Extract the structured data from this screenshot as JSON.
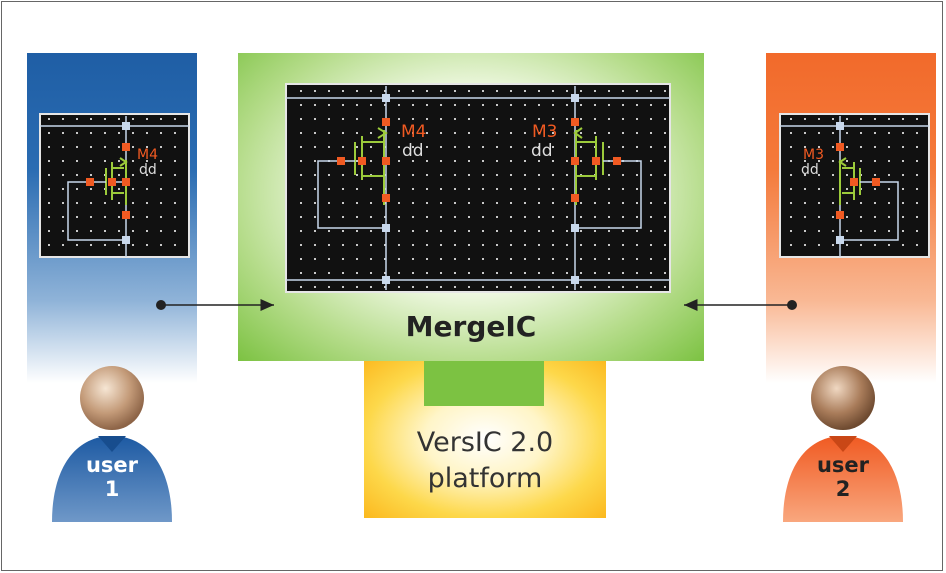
{
  "mergeic": {
    "label": "MergeIC"
  },
  "platform": {
    "line1": "VersIC 2.0",
    "line2": "platform"
  },
  "user1": {
    "word": "user",
    "number": "1"
  },
  "user2": {
    "word": "user",
    "number": "2"
  },
  "schematics": {
    "left": {
      "device": "M4",
      "net": "dd"
    },
    "center": {
      "device_a": "M4",
      "net_a": "dd",
      "device_b": "M3",
      "net_b": "dd"
    },
    "right": {
      "device": "M3",
      "net": "dd"
    }
  },
  "colors": {
    "user1": "#2a66ae",
    "user2": "#f26a2b",
    "mergeic": "#7cc242",
    "platform": "#fbb81e",
    "pin": "#f05a22",
    "node": "#c8d8ec",
    "device": "#9ccb3b"
  }
}
